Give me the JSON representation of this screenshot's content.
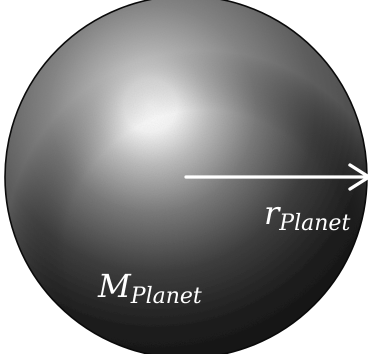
{
  "labels": {
    "radius_symbol": "r",
    "radius_subscript": "Planet",
    "mass_symbol": "M",
    "mass_subscript": "Planet"
  },
  "colors": {
    "background": "#ffffff",
    "sphere_highlight": "#ffffff",
    "sphere_mid": "#7a7a7a",
    "sphere_shadow": "#141414",
    "outline": "#0a0a0a",
    "arrow": "#ffffff",
    "label": "#ffffff"
  }
}
